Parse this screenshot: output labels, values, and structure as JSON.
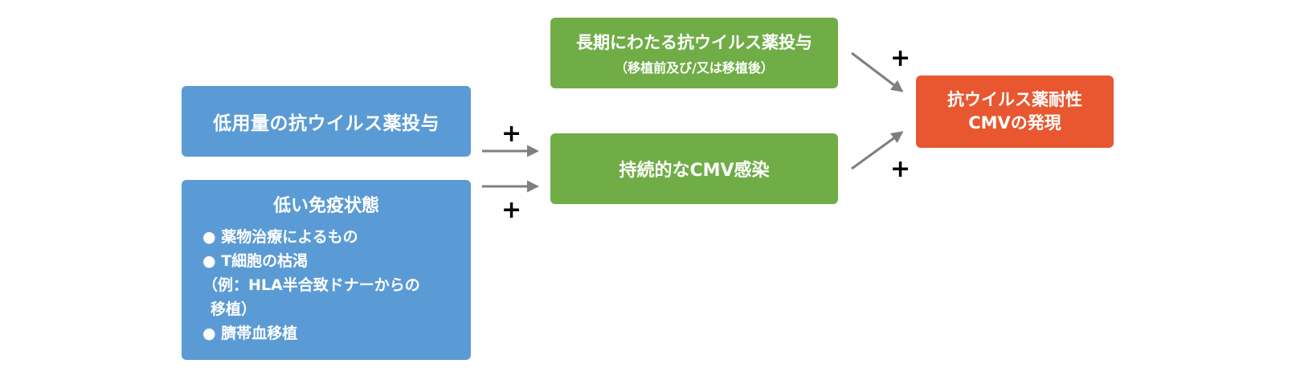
{
  "colors": {
    "blue_box": "#5b9bd5",
    "green_box": "#70ad47",
    "orange_box": "#e8572f",
    "arrow": "#7f7f7f",
    "text": "#ffffff"
  },
  "boxes": {
    "low_dose": {
      "label": "低用量の抗ウイルス薬投与"
    },
    "immunosuppression": {
      "title": "低い免疫状態",
      "lines": [
        "● 薬物治療によるもの",
        "● T細胞の枯渇",
        "（例：HLA半合致ドナーからの",
        "移植）",
        "● 臍帯血移植"
      ]
    },
    "long_term": {
      "label": "長期にわたる抗ウイルス薬投与",
      "sublabel": "（移植前及び/又は移植後）"
    },
    "persistent": {
      "label": "持続的なCMV感染"
    },
    "resistance": {
      "line1": "抗ウイルス薬耐性",
      "line2": "CMVの発現"
    }
  },
  "plus_signs": {
    "upper_left": "+",
    "lower_left": "+",
    "upper_right": "+",
    "lower_right": "+"
  }
}
